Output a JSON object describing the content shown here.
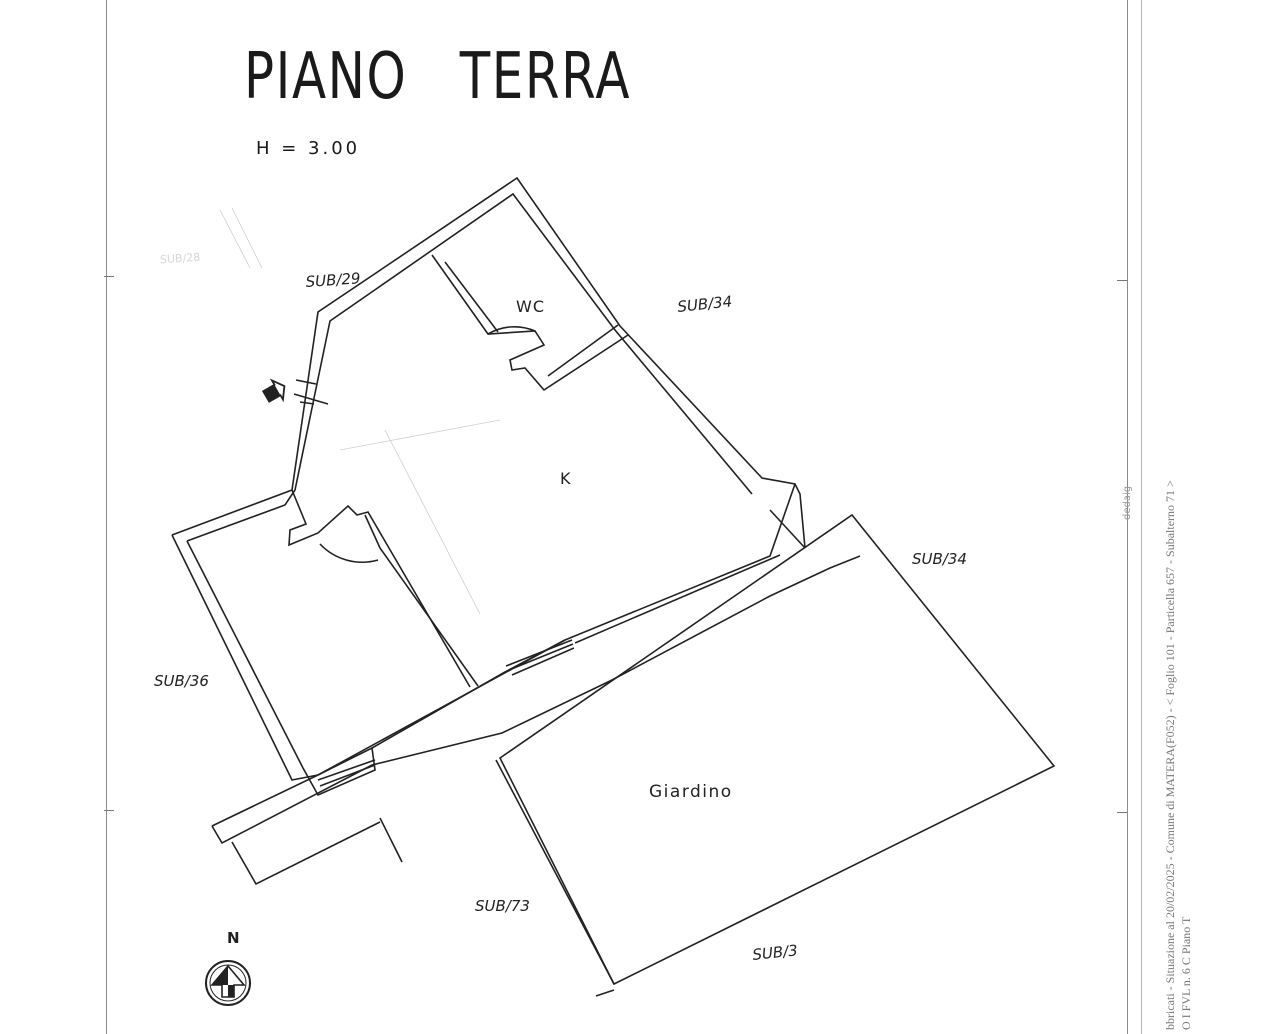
{
  "plan": {
    "title": "PIANO   TERRA",
    "height_label": "H = 3.00"
  },
  "rooms": {
    "wc": "WC",
    "kitchen": "K",
    "garden": "Giardino"
  },
  "neighbors": {
    "sub29": "SUB/29",
    "sub34_top": "SUB/34",
    "sub34_right": "SUB/34",
    "sub36": "SUB/36",
    "sub73": "SUB/73",
    "sub3": "SUB/3",
    "faded_top_left": "SUB/28"
  },
  "north_label": "N",
  "margin_stamp": {
    "line1": "bbricati - Situazione al 20/02/2025 - Comune di MATERA(F052) - < Foglio 101 - Particella 657 - Subalterno 71 >",
    "line2": "O I FVL n. 6 C Piano T",
    "faded_code": "dedaig"
  },
  "colors": {
    "ink": "#222222",
    "frame": "#8a8a8a",
    "stamp_text": "#777777"
  },
  "icons": {
    "north_arrow": "north-compass-icon",
    "entrance": "entrance-arrow-icon"
  }
}
